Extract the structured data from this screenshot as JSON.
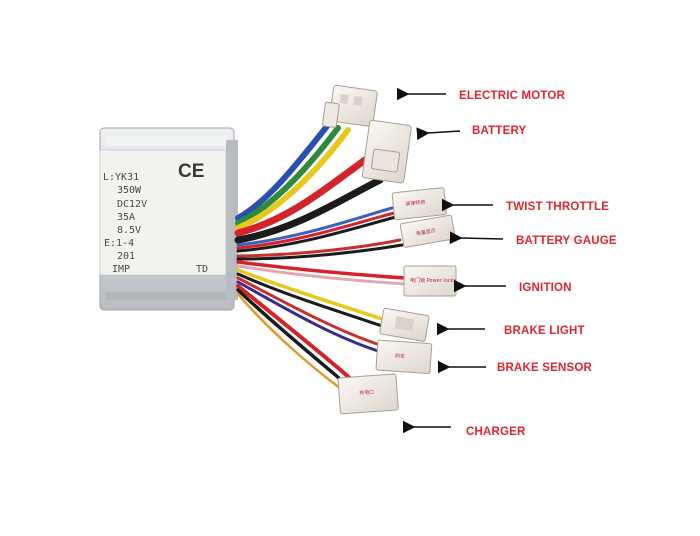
{
  "colors": {
    "label": "#e0252c",
    "arrow": "#111111",
    "housing": "#d8dadd",
    "connector": "#f4f0ea"
  },
  "plate": {
    "lines": [
      "L:YK31",
      "350W",
      "DC12V",
      "35A",
      "8.5V",
      "E:1-4",
      "201",
      "IMP",
      "TD"
    ],
    "ce_mark": "CE"
  },
  "callouts": [
    {
      "label": "ELECTRIC MOTOR"
    },
    {
      "label": "BATTERY"
    },
    {
      "label": "TWIST THROTTLE"
    },
    {
      "label": "BATTERY GAUGE"
    },
    {
      "label": "IGNITION"
    },
    {
      "label": "BRAKE LIGHT"
    },
    {
      "label": "BRAKE SENSOR"
    },
    {
      "label": "CHARGER"
    }
  ],
  "connector_tags": [
    {
      "text": ""
    },
    {
      "text": ""
    },
    {
      "text": "调速转把"
    },
    {
      "text": "电量显示"
    },
    {
      "text": "电门锁 Power locks"
    },
    {
      "text": ""
    },
    {
      "text": "刹车"
    },
    {
      "text": "充电口"
    }
  ]
}
